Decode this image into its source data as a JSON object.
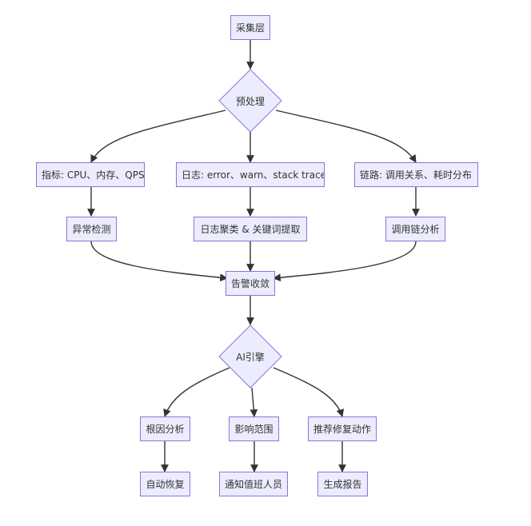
{
  "nodes": {
    "collect": "采集层",
    "preprocess": "预处理",
    "metrics": "指标: CPU、内存、QPS",
    "logs": "日志: error、warn、stack trace",
    "traces": "链路: 调用关系、耗时分布",
    "anomaly": "异常检测",
    "log_cluster": "日志聚类 & 关键词提取",
    "trace_analysis": "调用链分析",
    "alert": "告警收敛",
    "ai_engine": "AI引擎",
    "root_cause": "根因分析",
    "impact": "影响范围",
    "recommend": "推荐修复动作",
    "auto_recover": "自动恢复",
    "notify": "通知值班人员",
    "report": "生成报告"
  },
  "colors": {
    "node_fill": "#ececff",
    "node_border": "#9370db",
    "edge": "#333333"
  }
}
